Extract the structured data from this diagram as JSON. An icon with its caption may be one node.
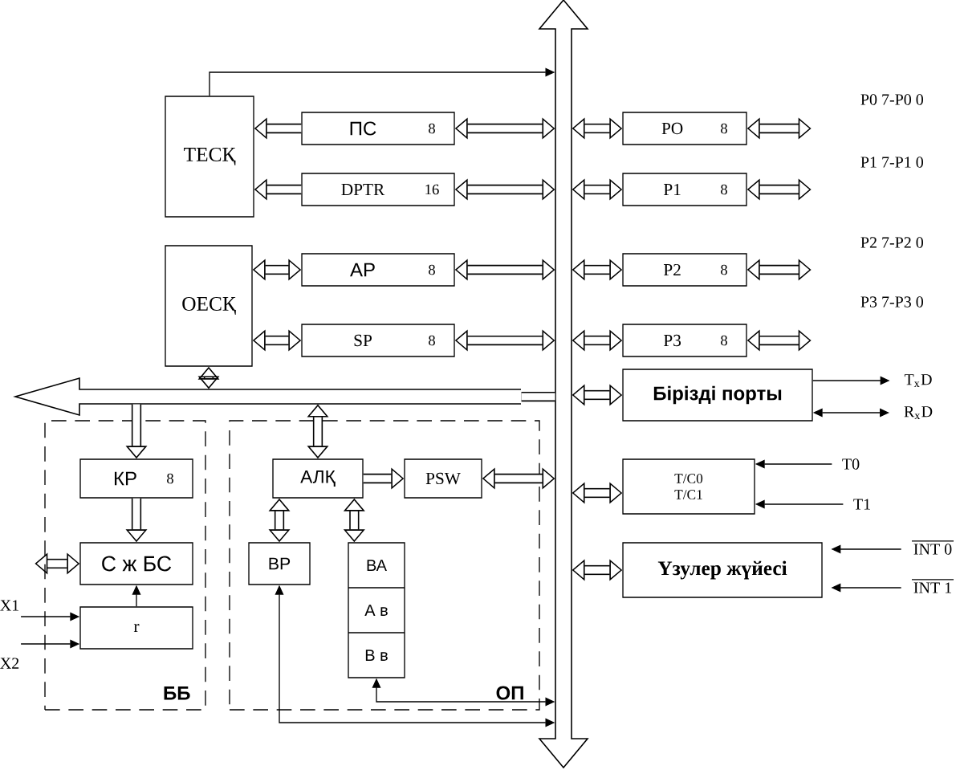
{
  "diagram": {
    "nodes": [
      {
        "text": [
          "ТЕСҚ"
        ]
      },
      {
        "text": [
          "ОЕСҚ"
        ]
      },
      {
        "text": [
          "ПС",
          "8"
        ]
      },
      {
        "text": [
          "DPTR",
          "16"
        ]
      },
      {
        "text": [
          "АР",
          "8"
        ]
      },
      {
        "text": [
          "SP",
          "8"
        ]
      },
      {
        "text": [],
        "shape": "bar"
      },
      {
        "text": [
          "PO",
          "8"
        ]
      },
      {
        "text": [
          "P1",
          "8"
        ]
      },
      {
        "text": [
          "P2",
          "8"
        ]
      },
      {
        "text": [
          "P3",
          "8"
        ]
      },
      {
        "text": [
          "Бірізді порты"
        ]
      },
      {
        "text": [
          "T/C0",
          "T/C1"
        ]
      },
      {
        "text": [
          "Үзулер жүйесі"
        ]
      },
      {
        "text": [],
        "shape": "bar"
      },
      {
        "text": [
          "ББ"
        ]
      },
      {
        "text": [
          "ОП"
        ]
      },
      {
        "text": [
          "КР",
          "8"
        ],
        "in": 15
      },
      {
        "text": [
          "С ж БС"
        ],
        "in": 15
      },
      {
        "text": [
          "r"
        ],
        "in": 15
      },
      {
        "text": [
          "АЛҚ"
        ],
        "in": 16
      },
      {
        "text": [
          "PSW"
        ],
        "in": 16
      },
      {
        "text": [
          "ВР"
        ],
        "in": 16
      },
      {
        "text": [
          "ВА",
          "А в",
          "В в"
        ],
        "in": 16
      },
      {
        "text": [
          "T$_{x}$D"
        ]
      },
      {
        "text": [
          "R$_{x}$D"
        ]
      },
      {
        "text": [
          "T0"
        ]
      },
      {
        "text": [
          "T1"
        ]
      },
      {
        "text": [
          "INT 0"
        ]
      },
      {
        "text": [
          "INT 1"
        ]
      },
      {
        "text": [
          "X1"
        ]
      },
      {
        "text": [
          "X2"
        ]
      }
    ],
    "edges": [
      {
        "from": 0,
        "to": 6,
        "arrow": "to"
      },
      {
        "from": 2,
        "to": 0,
        "arrow": "to"
      },
      {
        "from": 3,
        "to": 0,
        "arrow": "to"
      },
      {
        "from": 4,
        "to": 1,
        "arrow": "both"
      },
      {
        "from": 5,
        "to": 1,
        "arrow": "both"
      },
      {
        "from": 6,
        "to": 2,
        "arrow": "both"
      },
      {
        "from": 6,
        "to": 3,
        "arrow": "both"
      },
      {
        "from": 6,
        "to": 4,
        "arrow": "both"
      },
      {
        "from": 6,
        "to": 5,
        "arrow": "both"
      },
      {
        "from": 6,
        "to": 7,
        "arrow": "both"
      },
      {
        "from": 6,
        "to": 8,
        "arrow": "both"
      },
      {
        "from": 6,
        "to": 9,
        "arrow": "both"
      },
      {
        "from": 6,
        "to": 10,
        "arrow": "both"
      },
      {
        "from": 7,
        "to": null,
        "arrow": "both"
      },
      {
        "from": 8,
        "to": null,
        "arrow": "both"
      },
      {
        "from": 9,
        "to": null,
        "arrow": "both"
      },
      {
        "from": 10,
        "to": null,
        "arrow": "both"
      },
      {
        "from": 6,
        "to": 11,
        "arrow": "both"
      },
      {
        "from": 11,
        "to": 24,
        "arrow": "to"
      },
      {
        "from": 11,
        "to": 25,
        "arrow": "both"
      },
      {
        "from": 6,
        "to": 12,
        "arrow": "both"
      },
      {
        "from": 26,
        "to": 12,
        "arrow": "to"
      },
      {
        "from": 27,
        "to": 12,
        "arrow": "to"
      },
      {
        "from": 6,
        "to": 13,
        "arrow": "both"
      },
      {
        "from": 28,
        "to": 13,
        "arrow": "to"
      },
      {
        "from": 29,
        "to": 13,
        "arrow": "to"
      },
      {
        "from": 1,
        "to": 14,
        "arrow": "both"
      },
      {
        "from": 14,
        "to": 17,
        "arrow": "to"
      },
      {
        "from": 17,
        "to": 18,
        "arrow": "to"
      },
      {
        "from": 19,
        "to": 18,
        "arrow": "to"
      },
      {
        "from": 30,
        "to": 19,
        "arrow": "to"
      },
      {
        "from": 31,
        "to": 19,
        "arrow": "to"
      },
      {
        "from": 18,
        "to": null,
        "arrow": "both"
      },
      {
        "from": 14,
        "to": 20,
        "arrow": "both"
      },
      {
        "from": 20,
        "to": 21,
        "arrow": "to"
      },
      {
        "from": 21,
        "to": 6,
        "arrow": "both"
      },
      {
        "from": 20,
        "to": 22,
        "arrow": "both"
      },
      {
        "from": 20,
        "to": 23,
        "arrow": "both"
      },
      {
        "from": 22,
        "to": 6,
        "arrow": "both"
      },
      {
        "from": 23,
        "to": 6,
        "arrow": "both"
      },
      {
        "from": 6,
        "to": 14,
        "arrow": "none"
      }
    ],
    "labels": [
      "P0 7-P0 0",
      "P1 7-P1 0",
      "P2 7-P2 0",
      "P3 7-P3 0"
    ]
  }
}
